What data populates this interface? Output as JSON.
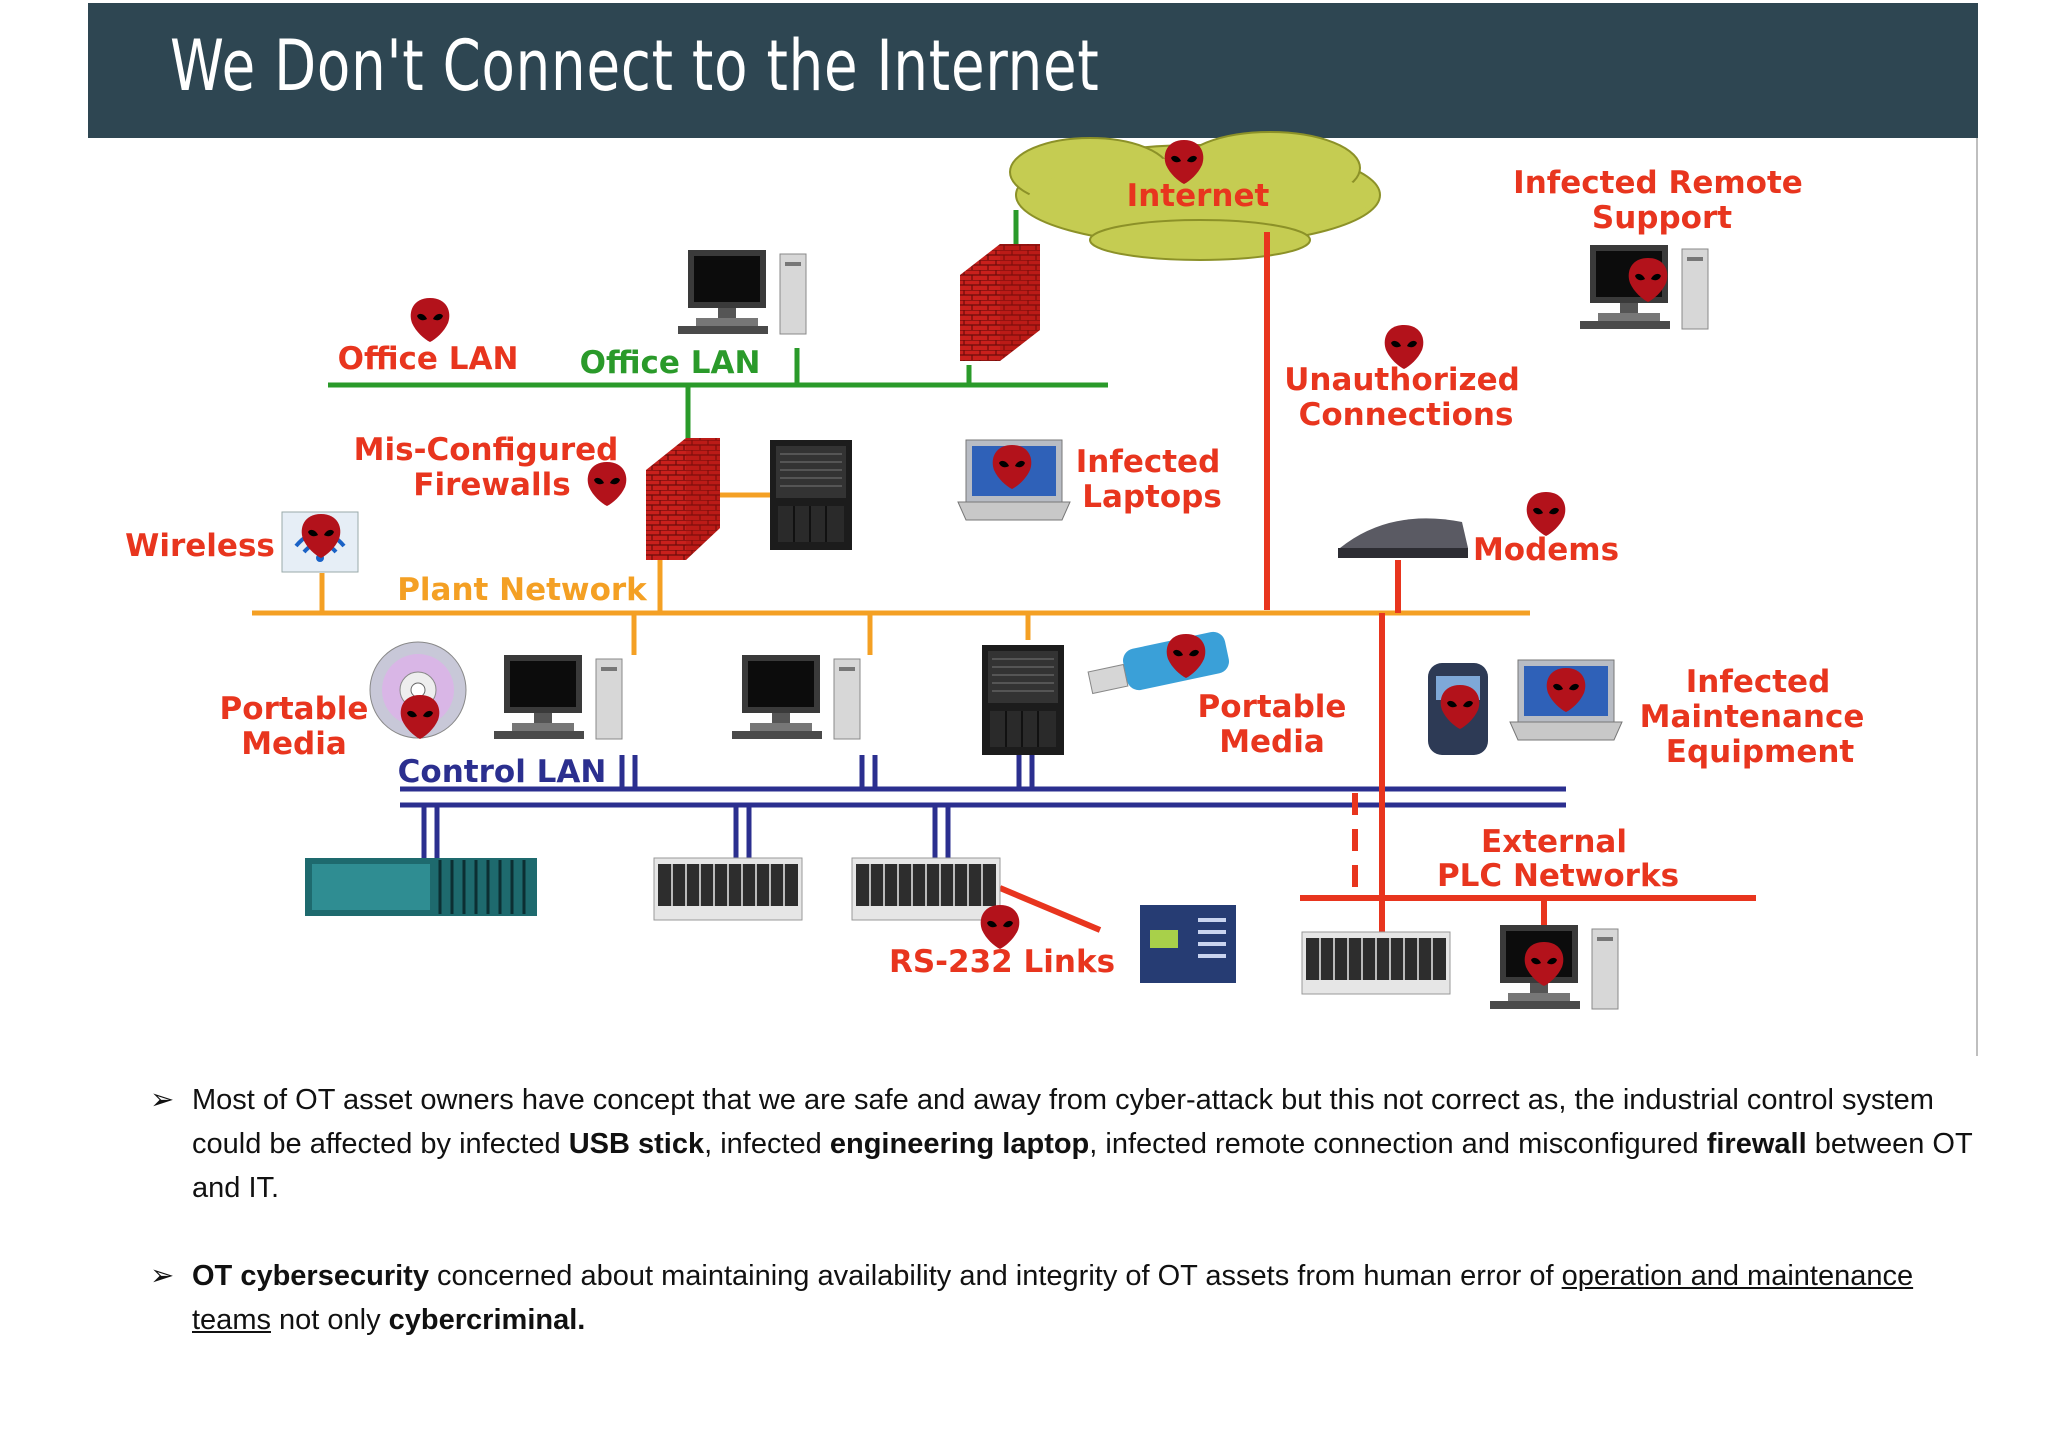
{
  "slide": {
    "title": "We Don't Connect to the Internet"
  },
  "diagram": {
    "labels": {
      "internet": "Internet",
      "infected_remote_support_1": "Infected Remote",
      "infected_remote_support_2": "Support",
      "office_lan_red": "Office LAN",
      "office_lan_green": "Office LAN",
      "unauthorized_1": "Unauthorized",
      "unauthorized_2": "Connections",
      "misconfigured_1": "Mis-Configured",
      "misconfigured_2": "Firewalls",
      "infected_laptops_1": "Infected",
      "infected_laptops_2": "Laptops",
      "wireless": "Wireless",
      "modems": "Modems",
      "plant_network": "Plant Network",
      "portable_media_left_1": "Portable",
      "portable_media_left_2": "Media",
      "portable_media_mid_1": "Portable",
      "portable_media_mid_2": "Media",
      "infected_maint_1": "Infected",
      "infected_maint_2": "Maintenance",
      "infected_maint_3": "Equipment",
      "control_lan": "Control LAN",
      "external_plc_1": "External",
      "external_plc_2": "PLC Networks",
      "rs232": "RS-232 Links"
    },
    "colors": {
      "header": "#2e4652",
      "threat_red": "#e8351e",
      "office_green": "#2a9a2a",
      "plant_orange": "#f4a024",
      "control_blue": "#2b2f8f",
      "cloud_green": "#c5cc52",
      "firewall_red": "#c8201c"
    }
  },
  "notes": {
    "b1": {
      "t1": "Most of OT asset owners have concept that we are safe and away from cyber-attack but this not correct as, the industrial control system could be affected by infected ",
      "b_usb": "USB stick",
      "t2": ", infected ",
      "b_laptop": "engineering laptop",
      "t3": ", infected remote connection and misconfigured ",
      "b_firewall": "firewall",
      "t4": " between OT and IT."
    },
    "b2": {
      "b_ot": "OT cybersecurity",
      "t1": " concerned about maintaining availability and integrity of OT assets from human error of ",
      "u_teams": "operation and maintenance teams",
      "t2": " not only ",
      "b_cyber": "cybercriminal."
    },
    "arrow": "➢"
  }
}
